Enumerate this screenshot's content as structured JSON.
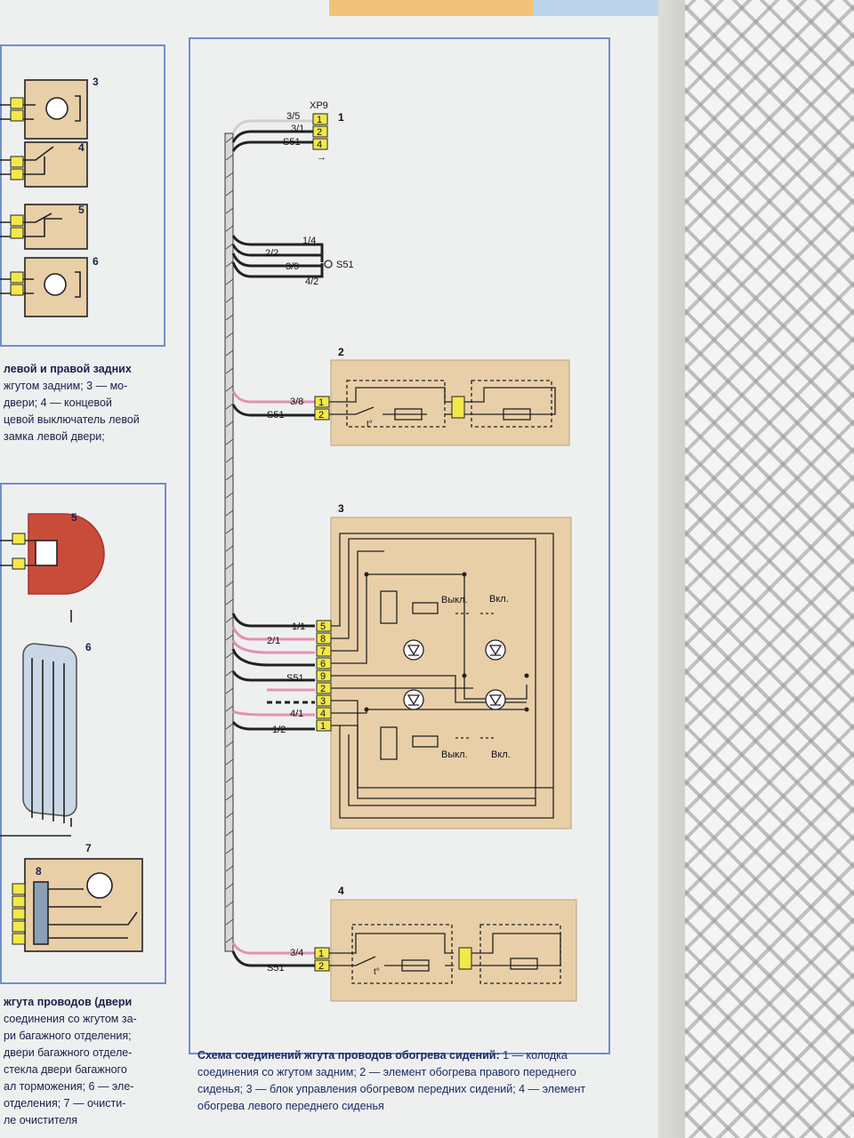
{
  "main_diagram": {
    "blocks": [
      {
        "number": "1",
        "connector_name": "XP9"
      },
      {
        "number": "2"
      },
      {
        "number": "3"
      },
      {
        "number": "4"
      }
    ],
    "xp9_rows": [
      {
        "wire": "3/5",
        "pin": "1"
      },
      {
        "wire": "3/1",
        "pin": "2"
      },
      {
        "wire": "S51",
        "pin": "4"
      }
    ],
    "s51_node": {
      "label": "S51",
      "wires": [
        "1/4",
        "2/2",
        "3/9",
        "4/2"
      ]
    },
    "block2_wires": [
      {
        "wire": "3/8",
        "pin": "1"
      },
      {
        "wire": "S51",
        "pin": "2"
      }
    ],
    "block3_wires": [
      {
        "wire": "1/1",
        "pin": "5"
      },
      {
        "wire": "2/1",
        "pin": "8"
      },
      {
        "wire": "",
        "pin": "7"
      },
      {
        "wire": "",
        "pin": "6"
      },
      {
        "wire": "S51",
        "pin": "9"
      },
      {
        "wire": "",
        "pin": "2"
      },
      {
        "wire": "",
        "pin": "3"
      },
      {
        "wire": "4/1",
        "pin": "4"
      },
      {
        "wire": "1/2",
        "pin": "1"
      }
    ],
    "block4_wires": [
      {
        "wire": "3/4",
        "pin": "1"
      },
      {
        "wire": "S51",
        "pin": "2"
      }
    ],
    "switch_labels": {
      "off": "Выкл.",
      "on": "Вкл."
    },
    "thermo_label": "t°"
  },
  "left_diagram_numbers": [
    "3",
    "4",
    "5",
    "6",
    "5",
    "6",
    "7",
    "8"
  ],
  "left_text_middle": [
    "левой и правой задних",
    "жгутом задним; 3 — мо-",
    "двери; 4 — концевой",
    "цевой выключатель левой",
    "замка левой двери;"
  ],
  "left_text_bottom": [
    "жгута проводов (двери",
    "соединения со жгутом за-",
    "ри багажного отделения;",
    "двери багажного отделе-",
    "стекла двери багажного",
    "ал торможения; 6 — эле-",
    "отделения; 7 — очисти-",
    "ле очистителя"
  ],
  "caption": {
    "title": "Схема соединений жгута проводов обогрева сидений:",
    "body": " 1 — колодка соединения со жгутом задним; 2 — элемент обогрева правого переднего сиденья; 3 — блок управления обогревом передних сидений; 4 — элемент обогрева левого переднего сиденья"
  },
  "colors": {
    "frame_blue": "#6f8fc8",
    "block_beige": "#e8cfa8",
    "connector_yellow": "#f3e84a",
    "wire_pink": "#e58fb5",
    "wire_black": "#222222",
    "text_navy": "#1c1f48"
  }
}
